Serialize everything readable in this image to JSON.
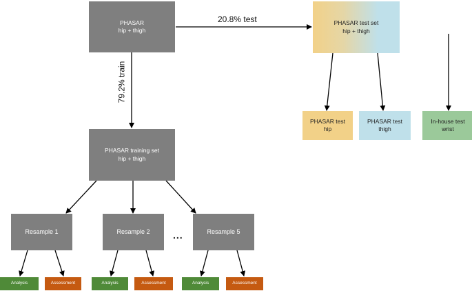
{
  "source": {
    "line1": "PHASAR",
    "line2": "hip + thigh"
  },
  "test_set": {
    "line1": "PHASAR test set",
    "line2": "hip + thigh"
  },
  "training_set": {
    "line1": "PHASAR training set",
    "line2": "hip + thigh"
  },
  "test_hip": {
    "line1": "PHASAR test",
    "line2": "hip"
  },
  "test_thigh": {
    "line1": "PHASAR test",
    "line2": "thigh"
  },
  "inhouse": {
    "line1": "In-house test",
    "line2": "wrist"
  },
  "split_test_label": "20.8% test",
  "split_train_label": "79.2% train",
  "resamples": [
    {
      "label": "Resample 1",
      "analysis": "Analysis",
      "assessment": "Assessment"
    },
    {
      "label": "Resample 2",
      "analysis": "Analysis",
      "assessment": "Assessment"
    },
    {
      "label": "Resample 5",
      "analysis": "Analysis",
      "assessment": "Assessment"
    }
  ],
  "ellipsis": "...",
  "colors": {
    "grey_box": "#7f7f7f",
    "hip_yellow": "#f2d188",
    "thigh_blue": "#bfe0ea",
    "wrist_green": "#9bc99a",
    "analysis_green": "#4f8a38",
    "assessment_orange": "#c55a11"
  }
}
